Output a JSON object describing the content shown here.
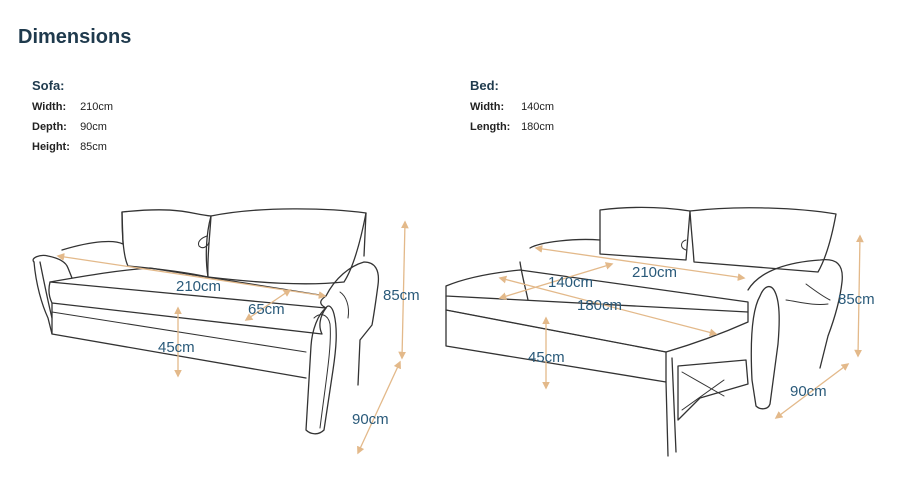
{
  "title": "Dimensions",
  "sofa": {
    "heading": "Sofa:",
    "specs": [
      {
        "label": "Width:",
        "value": "210cm"
      },
      {
        "label": "Depth:",
        "value": "90cm"
      },
      {
        "label": "Height:",
        "value": "85cm"
      }
    ],
    "dims": {
      "width": "210cm",
      "seat_depth": "65cm",
      "seat_height": "45cm",
      "height": "85cm",
      "depth": "90cm"
    }
  },
  "bed": {
    "heading": "Bed:",
    "specs": [
      {
        "label": "Width:",
        "value": "140cm"
      },
      {
        "label": "Length:",
        "value": "180cm"
      }
    ],
    "dims": {
      "width": "140cm",
      "sofa_width": "210cm",
      "length": "180cm",
      "seat_height": "45cm",
      "height": "85cm",
      "depth": "90cm"
    }
  },
  "colors": {
    "line": "#333333",
    "arrow": "#e3b98a",
    "dim_text": "#2a5a7a",
    "heading": "#1f3a4d"
  }
}
